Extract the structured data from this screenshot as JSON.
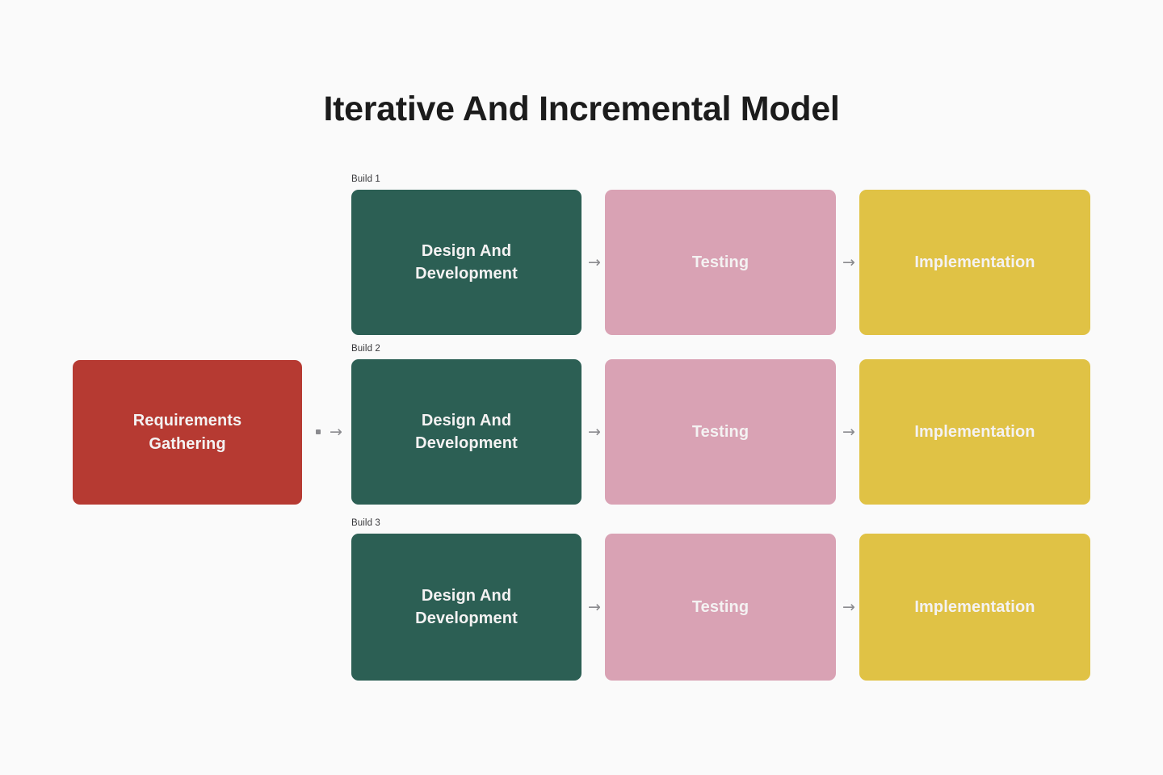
{
  "page": {
    "title": "Iterative And Incremental Model",
    "background_color": "#FAFAFA",
    "title_color": "#1C1C1C"
  },
  "palette": {
    "requirements": "#B63A32",
    "design": "#2C5F54",
    "testing": "#D9A2B4",
    "implementation": "#E0C245",
    "arrow": "#8A8A8E",
    "node_text": "#F4F2F2",
    "build_label": "#37373A"
  },
  "diagram": {
    "type": "process-flow",
    "start_node": {
      "label": "Requirements\nGathering",
      "color_key": "requirements"
    },
    "builds": [
      {
        "caption": "Build 1",
        "stages": [
          {
            "label": "Design And\nDevelopment",
            "color_key": "design"
          },
          {
            "label": "Testing",
            "color_key": "testing"
          },
          {
            "label": "Implementation",
            "color_key": "implementation"
          }
        ]
      },
      {
        "caption": "Build 2",
        "stages": [
          {
            "label": "Design And\nDevelopment",
            "color_key": "design"
          },
          {
            "label": "Testing",
            "color_key": "testing"
          },
          {
            "label": "Implementation",
            "color_key": "implementation"
          }
        ]
      },
      {
        "caption": "Build 3",
        "stages": [
          {
            "label": "Design And\nDevelopment",
            "color_key": "design"
          },
          {
            "label": "Testing",
            "color_key": "testing"
          },
          {
            "label": "Implementation",
            "color_key": "implementation"
          }
        ]
      }
    ],
    "connectors": {
      "glyph": "→",
      "start_marker": "•"
    }
  }
}
